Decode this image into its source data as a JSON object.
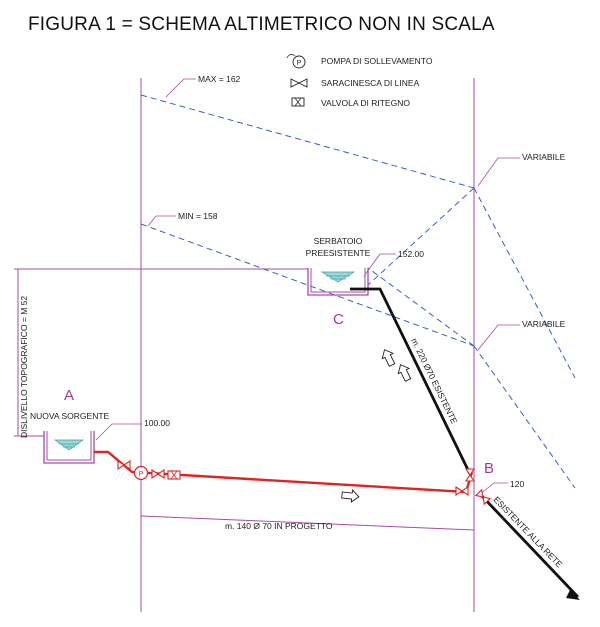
{
  "title": "FIGURA 1  =   SCHEMA ALTIMETRICO NON IN SCALA",
  "legend": {
    "pump_label": "POMPA DI SOLLEVAMENTO",
    "pump_symbol": "P",
    "gate_valve_label": "SARACINESCA DI LINEA",
    "check_valve_label": "VALVOLA DI RITEGNO"
  },
  "levels": {
    "max": "MAX = 162",
    "min": "MIN = 158",
    "variable_upper": "VARIABILE",
    "variable_lower": "VARIABILE",
    "serbatoio_elev": "152.00",
    "sorgente_elev": "100.00",
    "node_b_elev": "120"
  },
  "nodes": {
    "a_letter": "A",
    "a_name": "NUOVA SORGENTE",
    "b_letter": "B",
    "c_letter": "C",
    "c_name_line1": "SERBATOIO",
    "c_name_line2": "PREESISTENTE"
  },
  "pipes": {
    "existing_upper": "m. 220 Ø70 ESISTENTE",
    "new_pipe": "m. 140 Ø 70 IN PROGETTO",
    "existing_lower": "ESISTENTE    ALLA RETE"
  },
  "dislivello": "DISLIVELLO TOPOGRAFICO = M 52",
  "colors": {
    "grid": "#a64ca6",
    "piezometric": "#3b5fc4",
    "new_pipe": "#e02424",
    "existing_pipe": "#111111",
    "water": "#3aa0a8",
    "node_letter": "#9c3c9c"
  }
}
